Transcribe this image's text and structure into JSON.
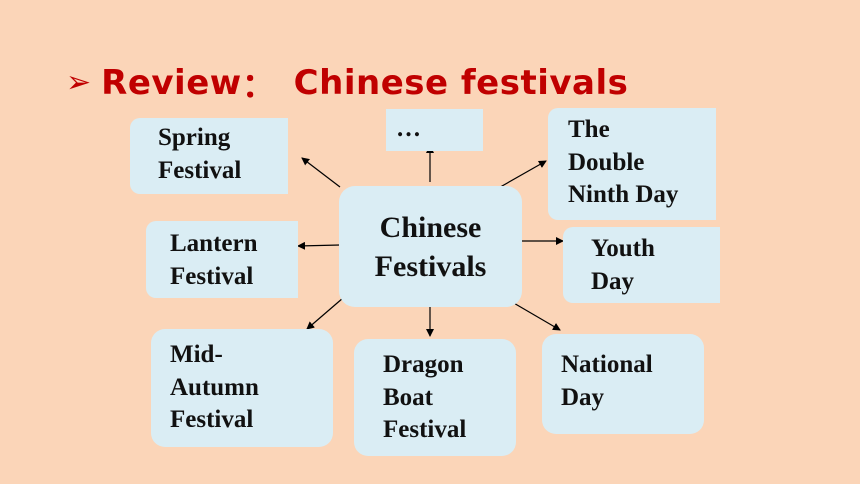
{
  "title": {
    "bullet": "➢",
    "text": "Review",
    "colon": "：",
    "topic": "Chinese festivals"
  },
  "diagram": {
    "center": {
      "line1": "Chinese",
      "line2": "Festivals"
    },
    "nodes": {
      "spring": {
        "lines": [
          "Spring",
          "Festival"
        ]
      },
      "ellipsis": {
        "lines": [
          "…"
        ]
      },
      "double_ninth": {
        "lines": [
          "The",
          "Double",
          "Ninth Day"
        ]
      },
      "lantern": {
        "lines": [
          "Lantern",
          "Festival"
        ]
      },
      "youth": {
        "lines": [
          "Youth",
          "Day"
        ]
      },
      "mid_autumn": {
        "lines": [
          "Mid-",
          "Autumn",
          "Festival"
        ]
      },
      "dragon_boat": {
        "lines": [
          "Dragon",
          "Boat",
          "Festival"
        ]
      },
      "national": {
        "lines": [
          "National",
          "Day"
        ]
      }
    }
  },
  "colors": {
    "background": "#fbd5b8",
    "title": "#c00000",
    "box_fill": "#daedf4",
    "arrow": "#000000"
  }
}
